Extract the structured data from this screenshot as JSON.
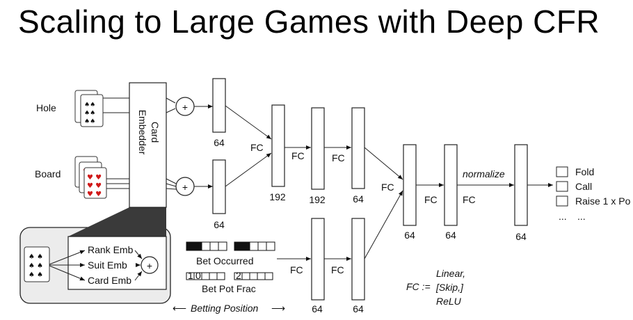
{
  "title": "Scaling to Large Games with Deep CFR",
  "inputs": {
    "hole": "Hole",
    "board": "Board"
  },
  "embedder": {
    "line1": "Card",
    "line2": "Embedder"
  },
  "inset": {
    "rank": "Rank Emb",
    "suit": "Suit Emb",
    "card": "Card Emb"
  },
  "betting": {
    "occurred": "Bet Occurred",
    "pot_frac": "Bet Pot Frac",
    "pot_frac_cells": [
      "1",
      "0",
      "2"
    ],
    "position": "Betting Position",
    "left_arrow": "⟵",
    "right_arrow": "⟶"
  },
  "plus": "+",
  "layer_sizes": {
    "hole_out": "64",
    "board_out": "64",
    "merge1": "192",
    "merge2": "192",
    "merge3": "64",
    "bet1": "64",
    "bet2": "64",
    "final1": "64",
    "final2": "64",
    "out": "64"
  },
  "fc": "FC",
  "normalize": "normalize",
  "actions": [
    "Fold",
    "Call",
    "Raise 1 x Po"
  ],
  "ellipsis": [
    "...",
    "..."
  ],
  "legend": {
    "lhs": "FC :=",
    "line1": "Linear,",
    "line2": "[Skip,]",
    "line3": "ReLU"
  },
  "colors": {
    "card_red": "#d01818",
    "card_black": "#111111",
    "inset_bg": "#ececec",
    "trapezoid": "#3a3a3a"
  }
}
